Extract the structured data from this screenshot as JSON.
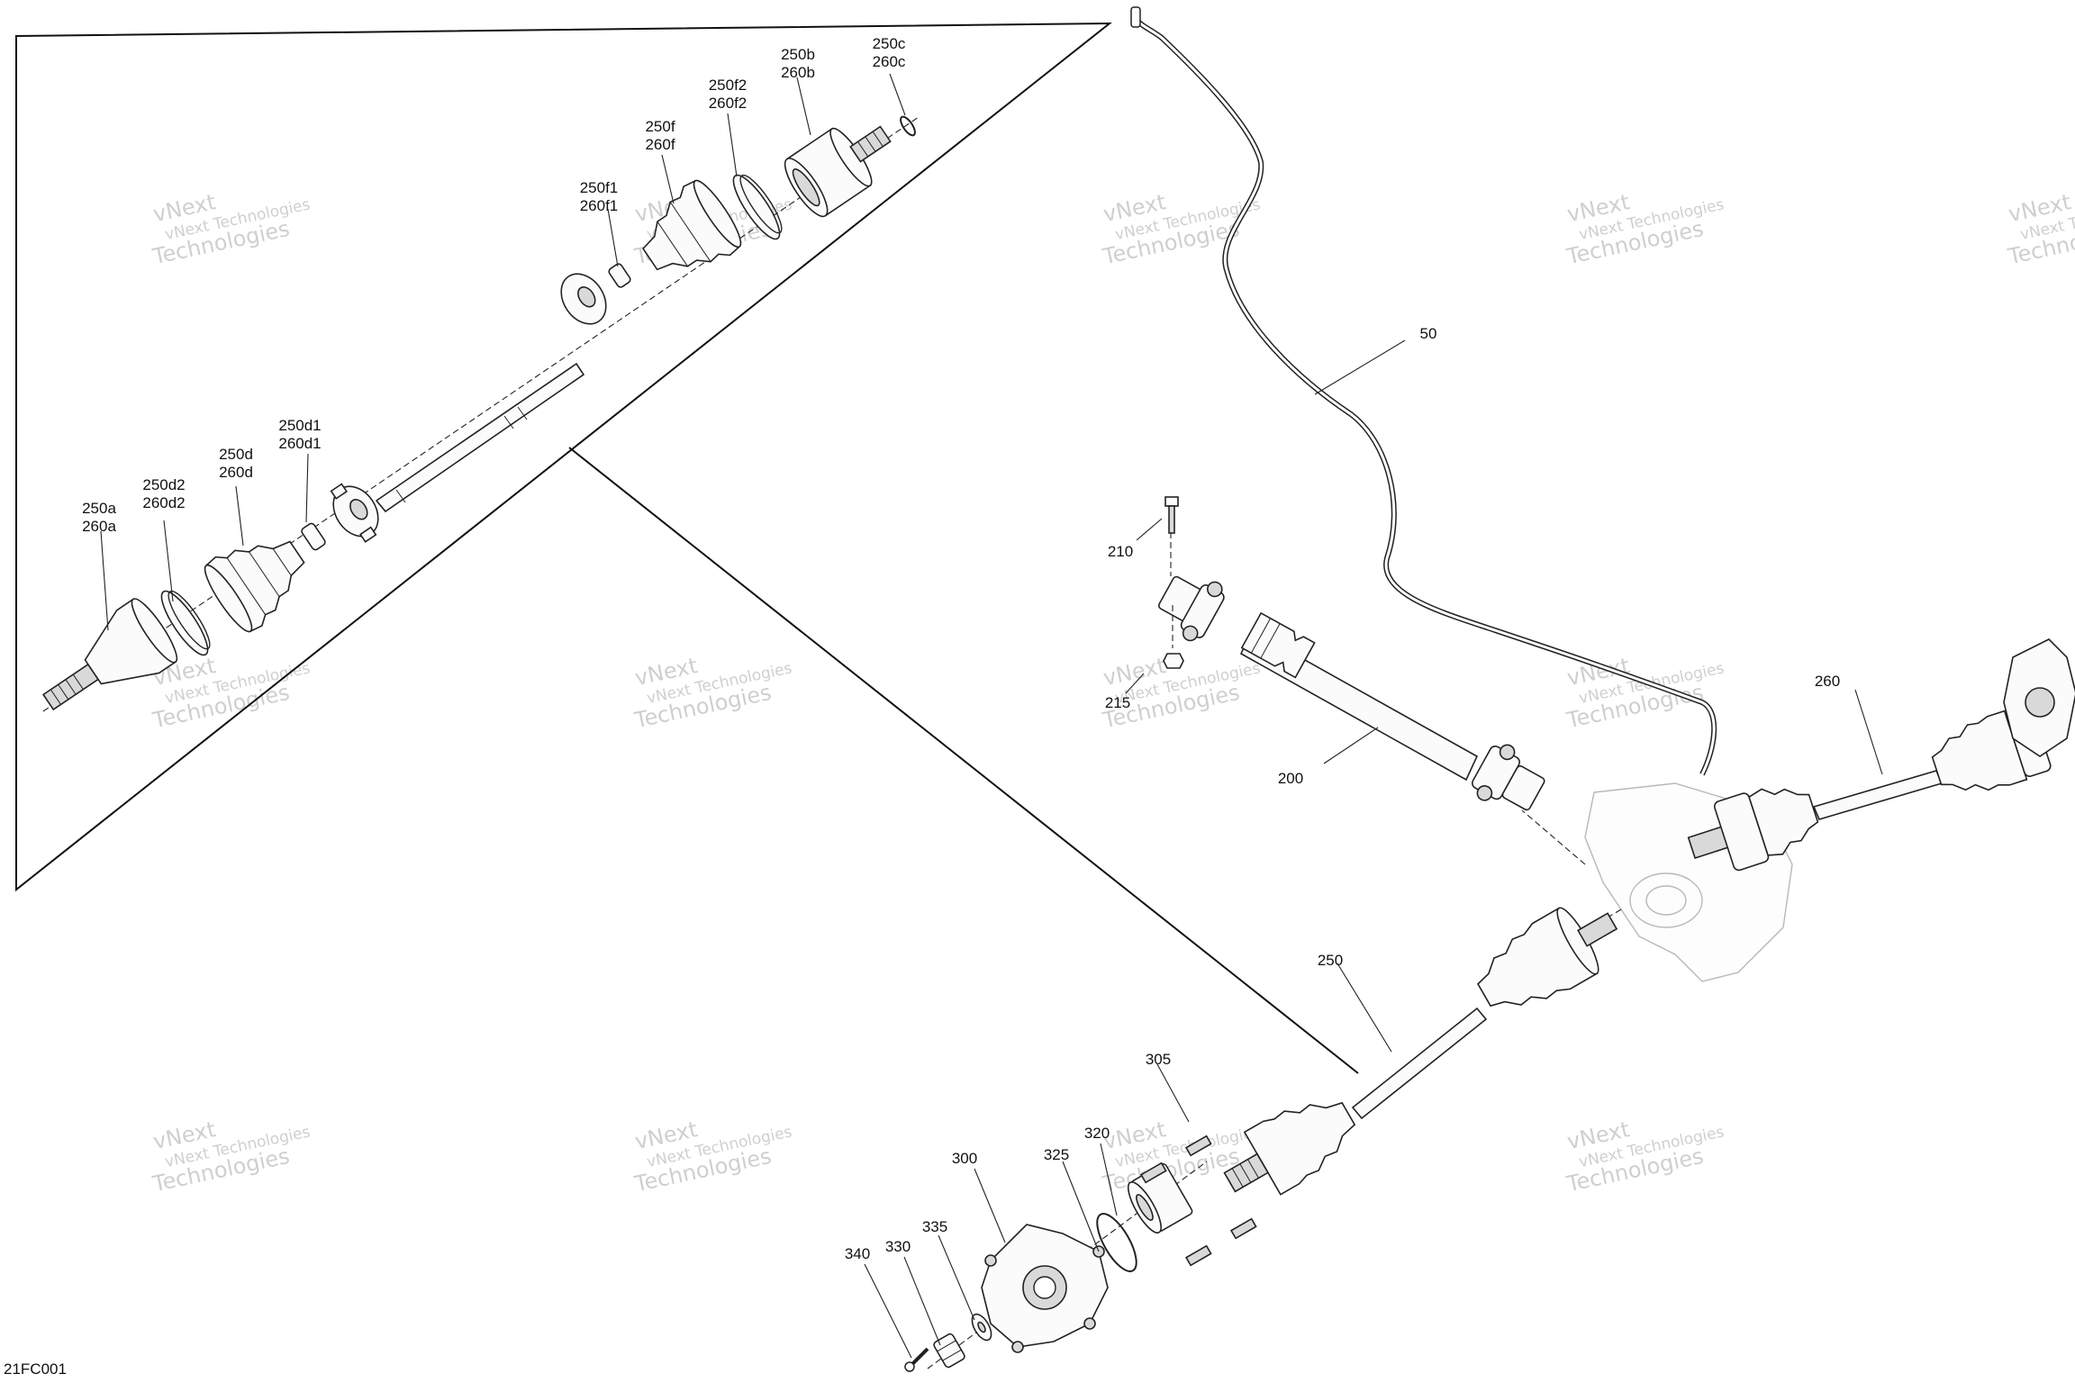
{
  "figure_code": "21FC001",
  "watermark": {
    "line1": "vNext Technologies",
    "line2": "vNext",
    "line3": "Technologies"
  },
  "callouts": {
    "c250a": "250a",
    "c260a": "260a",
    "c250d2": "250d2",
    "c260d2": "260d2",
    "c250d": "250d",
    "c260d": "260d",
    "c250d1": "250d1",
    "c260d1": "260d1",
    "c250f1": "250f1",
    "c260f1": "260f1",
    "c250f": "250f",
    "c260f": "260f",
    "c250f2": "250f2",
    "c260f2": "260f2",
    "c250b": "250b",
    "c260b": "260b",
    "c250c": "250c",
    "c260c": "260c",
    "c50": "50",
    "c210": "210",
    "c215": "215",
    "c200": "200",
    "c260": "260",
    "c250": "250",
    "c305": "305",
    "c320": "320",
    "c325": "325",
    "c300": "300",
    "c335": "335",
    "c330": "330",
    "c340": "340"
  }
}
